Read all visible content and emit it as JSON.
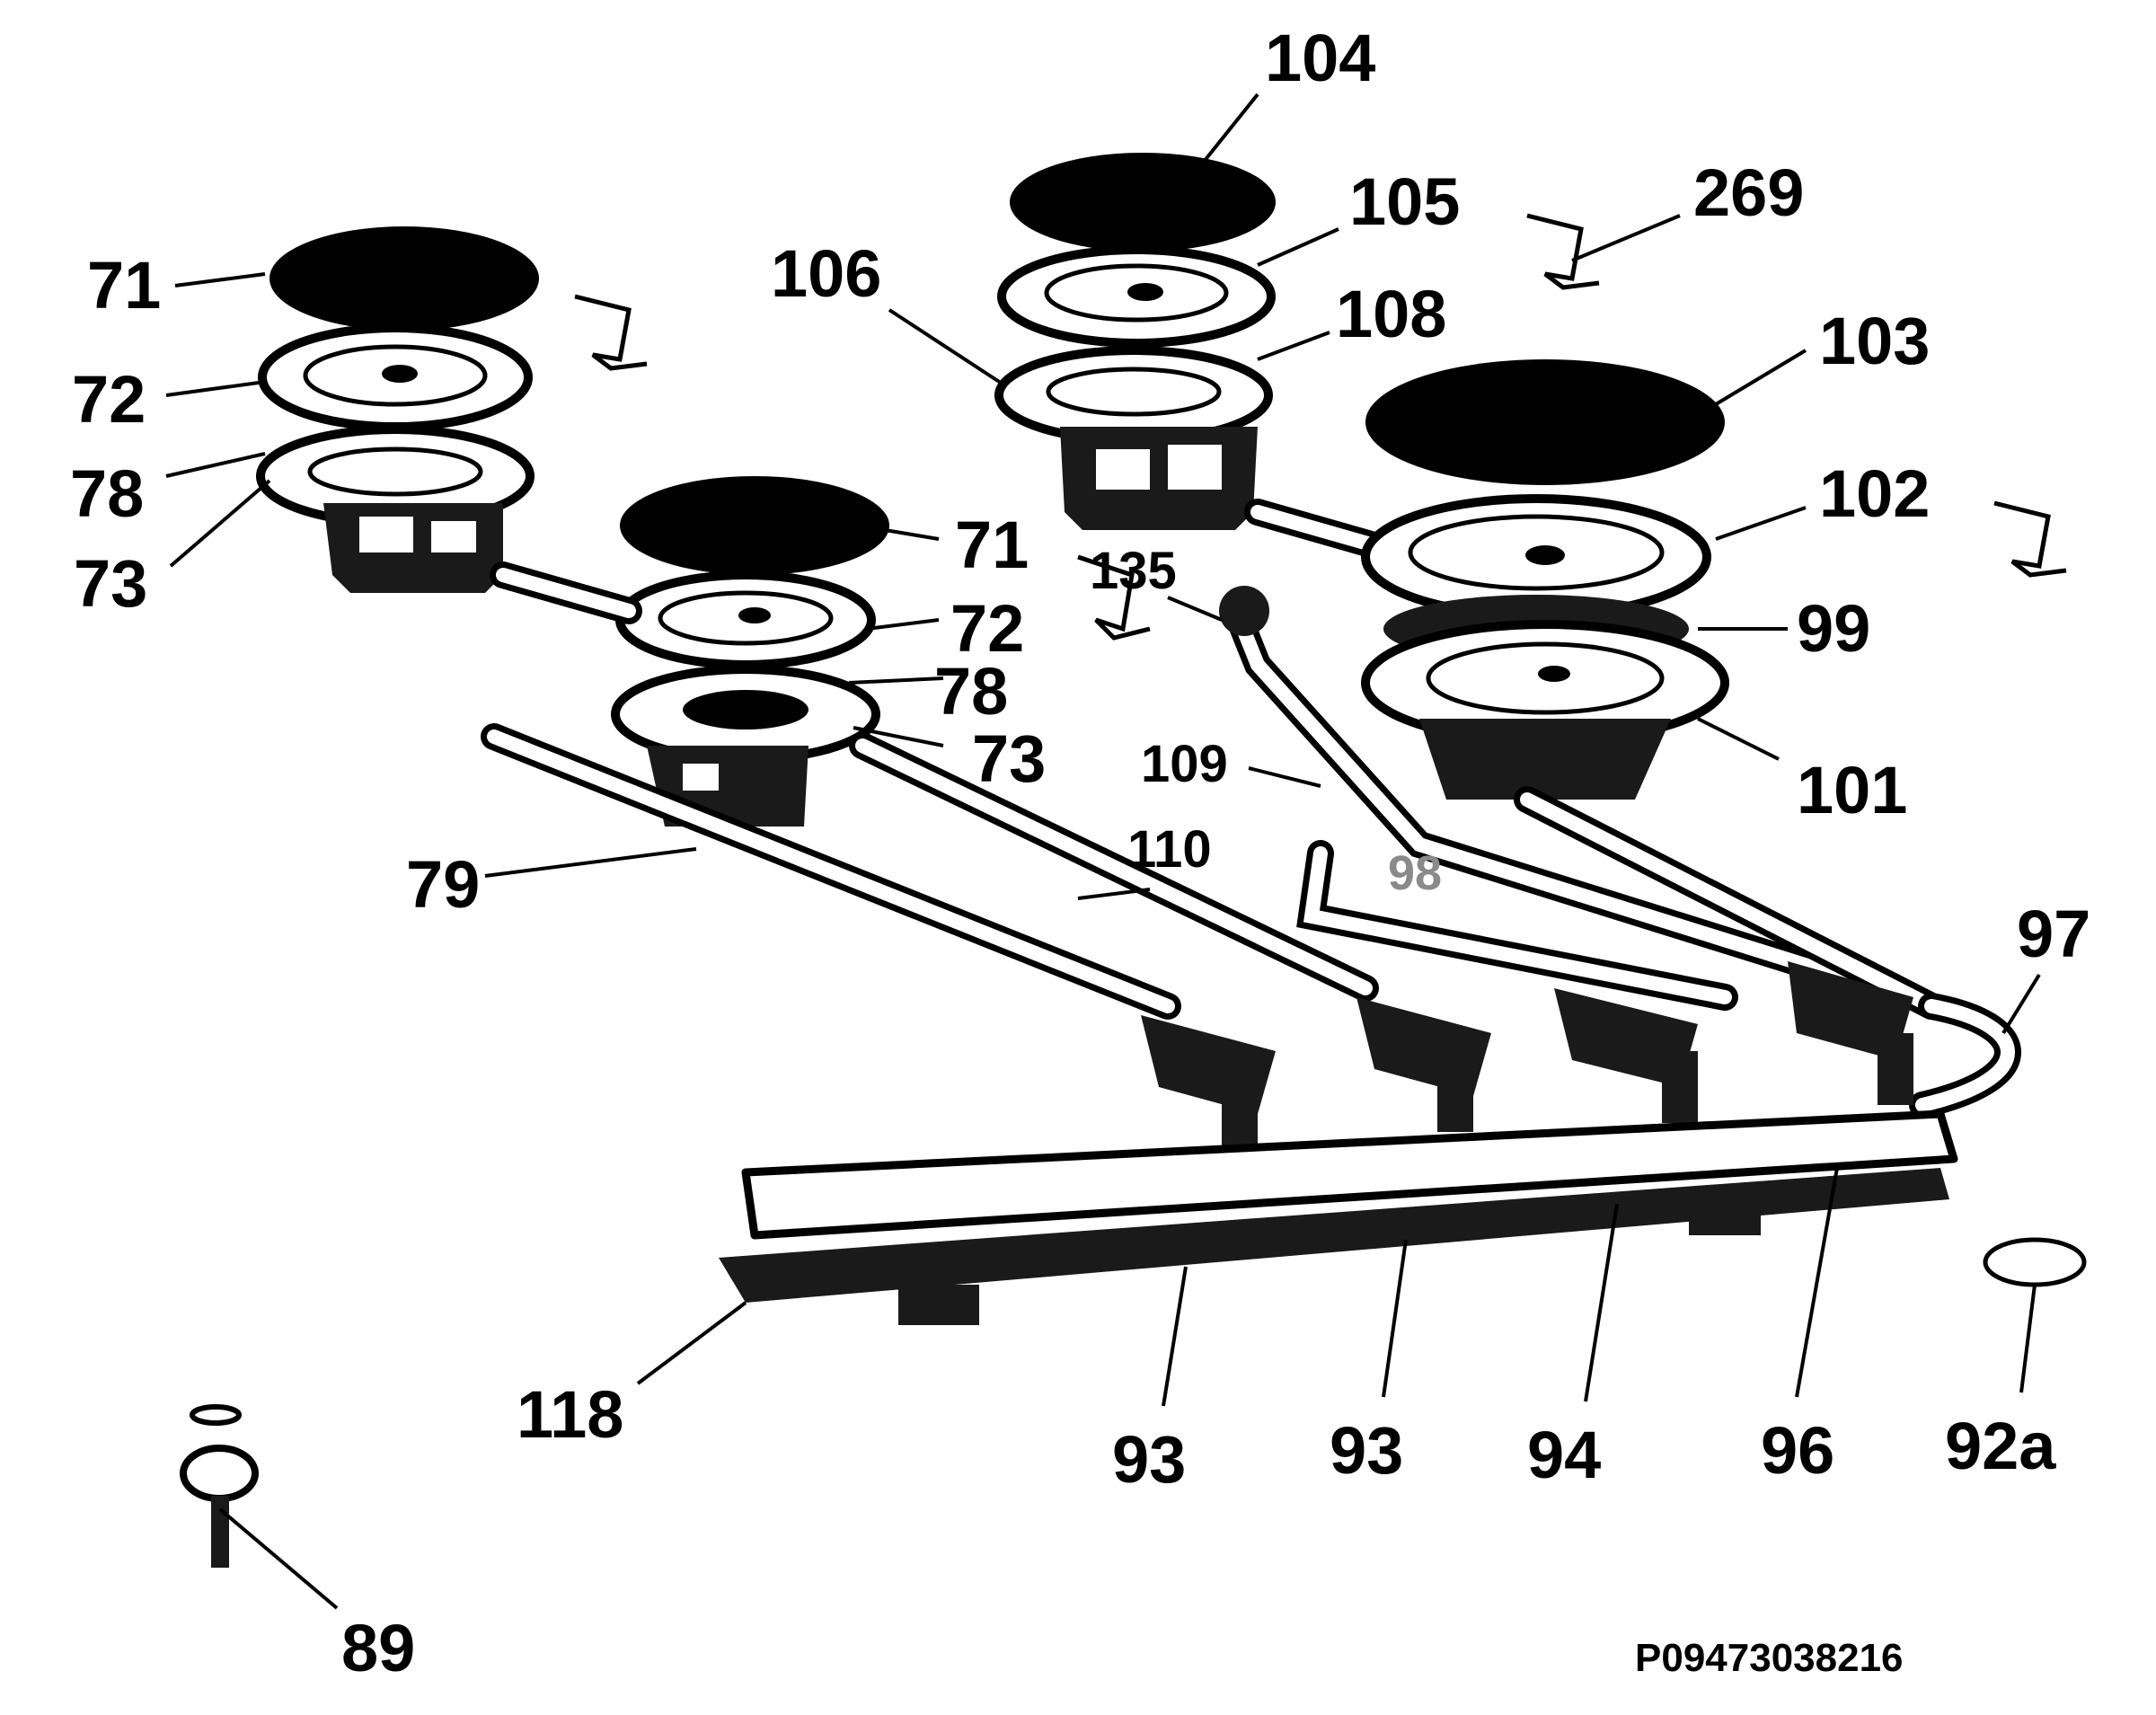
{
  "figure": {
    "drawing_code": "P09473038216",
    "callouts": {
      "c71a": "71",
      "c72a": "72",
      "c78a": "78",
      "c73a": "73",
      "c71b": "71",
      "c72b": "72",
      "c78b": "78",
      "c73b": "73",
      "c79": "79",
      "c104": "104",
      "c105": "105",
      "c106": "106",
      "c108": "108",
      "c269": "269",
      "c103": "103",
      "c102": "102",
      "c135": "135",
      "c99": "99",
      "c109": "109",
      "c101": "101",
      "c98": "98",
      "c110": "110",
      "c97": "97",
      "c118": "118",
      "c93a": "93",
      "c93b": "93",
      "c94": "94",
      "c96": "96",
      "c92a": "92a",
      "c89": "89"
    }
  }
}
